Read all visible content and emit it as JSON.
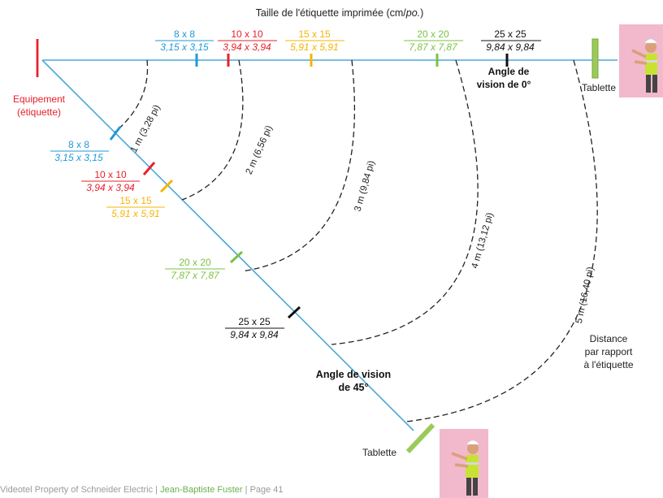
{
  "title": "Taille de l'étiquette imprimée (cm/po.)",
  "title_prefix": "Taille de l'étiquette imprimée (cm/",
  "title_italic": "po.",
  "title_suffix": ")",
  "equipment_label_line1": "Equipement",
  "equipment_label_line2": "(étiquette)",
  "angle_0_line1": "Angle de",
  "angle_0_line2": "vision de 0°",
  "angle_45_line1": "Angle de vision",
  "angle_45_line2": "de 45°",
  "tablet_label": "Tablette",
  "distance_caption": [
    "Distance",
    "par rapport",
    "à l'étiquette"
  ],
  "distances": [
    {
      "text": "1 m (3,28 pi)"
    },
    {
      "text": "2 m (6,56 pi)"
    },
    {
      "text": "3 m (9,84 pi)"
    },
    {
      "text": "4 m (13,12 pi)"
    },
    {
      "text": "5 m (16,40 pi)"
    }
  ],
  "label_sizes": [
    {
      "cm": "8 x 8",
      "in": "3,15 x 3,15",
      "color": "#1f9ad6"
    },
    {
      "cm": "10 x 10",
      "in": "3,94 x 3,94",
      "color": "#e8202a"
    },
    {
      "cm": "15 x 15",
      "in": "5,91 x 5,91",
      "color": "#f4b400"
    },
    {
      "cm": "20 x 20",
      "in": "7,87 x 7,87",
      "color": "#7cc242"
    },
    {
      "cm": "25 x 25",
      "in": "9,84 x 9,84",
      "color": "#111111"
    }
  ],
  "colors": {
    "axis": "#4aa8d8",
    "equipment": "#e8202a",
    "tablet": "#9bc95a",
    "photo_bg": "#f2b8cc"
  },
  "footer": {
    "prefix": "Videotel Property of Schneider Electric | ",
    "link": "Jean-Baptiste Fuster",
    "suffix": " | Page 41"
  }
}
